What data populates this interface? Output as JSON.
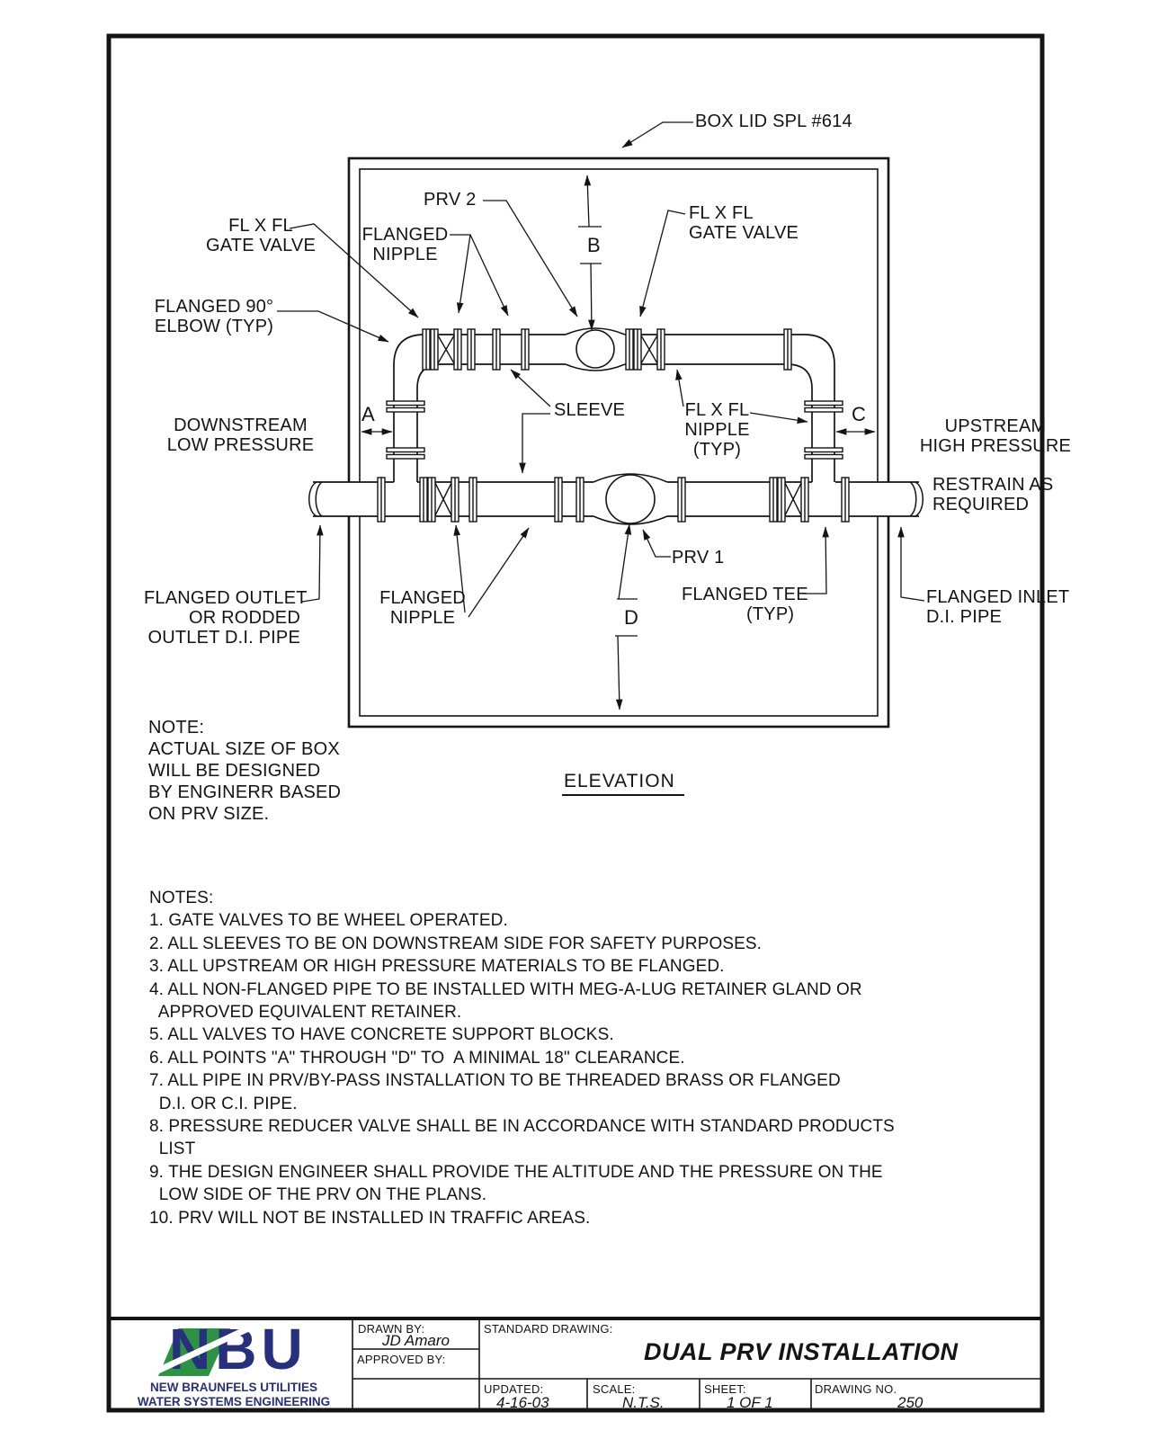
{
  "labels": {
    "box_lid": "BOX LID SPL #614",
    "prv2": "PRV 2",
    "prv1": "PRV 1",
    "gate_valve_left": "FL X FL\nGATE VALVE",
    "flanged_nipple_top": "FLANGED\nNIPPLE",
    "flanged_elbow": "FLANGED 90°\nELBOW (TYP)",
    "gate_valve_right": "FL X FL\nGATE VALVE",
    "downstream": "DOWNSTREAM\nLOW PRESSURE",
    "sleeve": "SLEEVE",
    "flxfl_nipple": "FL X FL\nNIPPLE\n(TYP)",
    "upstream": "UPSTREAM\nHIGH PRESSURE",
    "restrain": "RESTRAIN AS\nREQUIRED",
    "flanged_outlet": "FLANGED OUTLET\nOR RODDED\nOUTLET D.I. PIPE",
    "flanged_nipple_bottom": "FLANGED\nNIPPLE",
    "flanged_tee": "FLANGED TEE",
    "flanged_tee_typ": "(TYP)",
    "flanged_inlet": "FLANGED INLET\nD.I. PIPE",
    "dim_a": "A",
    "dim_b": "B",
    "dim_c": "C",
    "dim_d": "D",
    "elevation": "ELEVATION"
  },
  "note_block": "NOTE:\nACTUAL SIZE OF BOX\nWILL BE DESIGNED\nBY ENGINERR BASED\nON PRV SIZE.",
  "notes_block": "NOTES:\n1. GATE VALVES TO BE WHEEL OPERATED.\n2. ALL SLEEVES TO BE ON DOWNSTREAM SIDE FOR SAFETY PURPOSES.\n3. ALL UPSTREAM OR HIGH PRESSURE MATERIALS TO BE FLANGED.\n4. ALL NON-FLANGED PIPE TO BE INSTALLED WITH MEG-A-LUG RETAINER GLAND OR\n  APPROVED EQUIVALENT RETAINER.\n5. ALL VALVES TO HAVE CONCRETE SUPPORT BLOCKS.\n6. ALL POINTS \"A\" THROUGH \"D\" TO  A MINIMAL 18\" CLEARANCE.\n7. ALL PIPE IN PRV/BY-PASS INSTALLATION TO BE THREADED BRASS OR FLANGED\n  D.I. OR C.I. PIPE.\n8. PRESSURE REDUCER VALVE SHALL BE IN ACCORDANCE WITH STANDARD PRODUCTS\n  LIST\n9. THE DESIGN ENGINEER SHALL PROVIDE THE ALTITUDE AND THE PRESSURE ON THE\n  LOW SIDE OF THE PRV ON THE PLANS.\n10. PRV WILL NOT BE INSTALLED IN TRAFFIC AREAS.",
  "title_block": {
    "drawn_by_label": "DRAWN BY:",
    "drawn_by": "JD Amaro",
    "approved_by_label": "APPROVED BY:",
    "standard_drawing_label": "STANDARD DRAWING:",
    "title": "DUAL PRV INSTALLATION",
    "updated_label": "UPDATED:",
    "updated": "4-16-03",
    "scale_label": "SCALE:",
    "scale": "N.T.S.",
    "sheet_label": "SHEET:",
    "sheet": "1 OF 1",
    "drawing_no_label": "DRAWING NO.",
    "drawing_no": "250"
  },
  "logo": {
    "nbu": "NBU",
    "line1": "NEW BRAUNFELS UTILITIES",
    "line2": "WATER SYSTEMS ENGINEERING",
    "green": "#2e9245",
    "navy": "#272f7f"
  }
}
